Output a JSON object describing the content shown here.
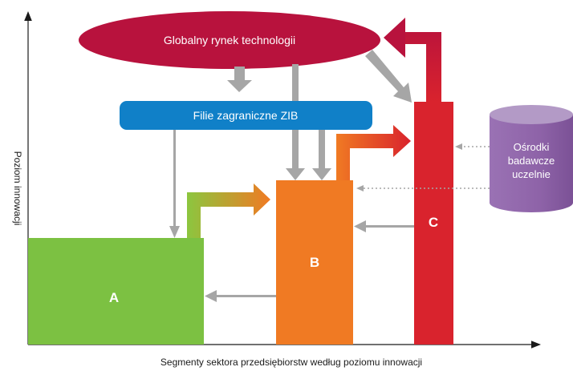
{
  "global_market": {
    "label": "Globalny rynek technologii"
  },
  "foreign_affiliates": {
    "label": "Filie zagraniczne ZIB"
  },
  "segments": {
    "a": {
      "label": "A"
    },
    "b": {
      "label": "B"
    },
    "c": {
      "label": "C"
    }
  },
  "research_centers": {
    "label_line1": "Ośrodki",
    "label_line2": "badawcze",
    "label_line3": "uczelnie"
  },
  "axes": {
    "y_label": "Poziom innowacji",
    "x_label": "Segmenty sektora przedsiębiorstw według poziomu innowacji"
  },
  "colors": {
    "global_market": "#b8123d",
    "affiliates": "#1080c8",
    "segment_a": "#7cc142",
    "segment_b": "#f07a23",
    "segment_c": "#d9232d",
    "research": "#8e63a8",
    "gray_arrow": "#a6a6a6"
  }
}
